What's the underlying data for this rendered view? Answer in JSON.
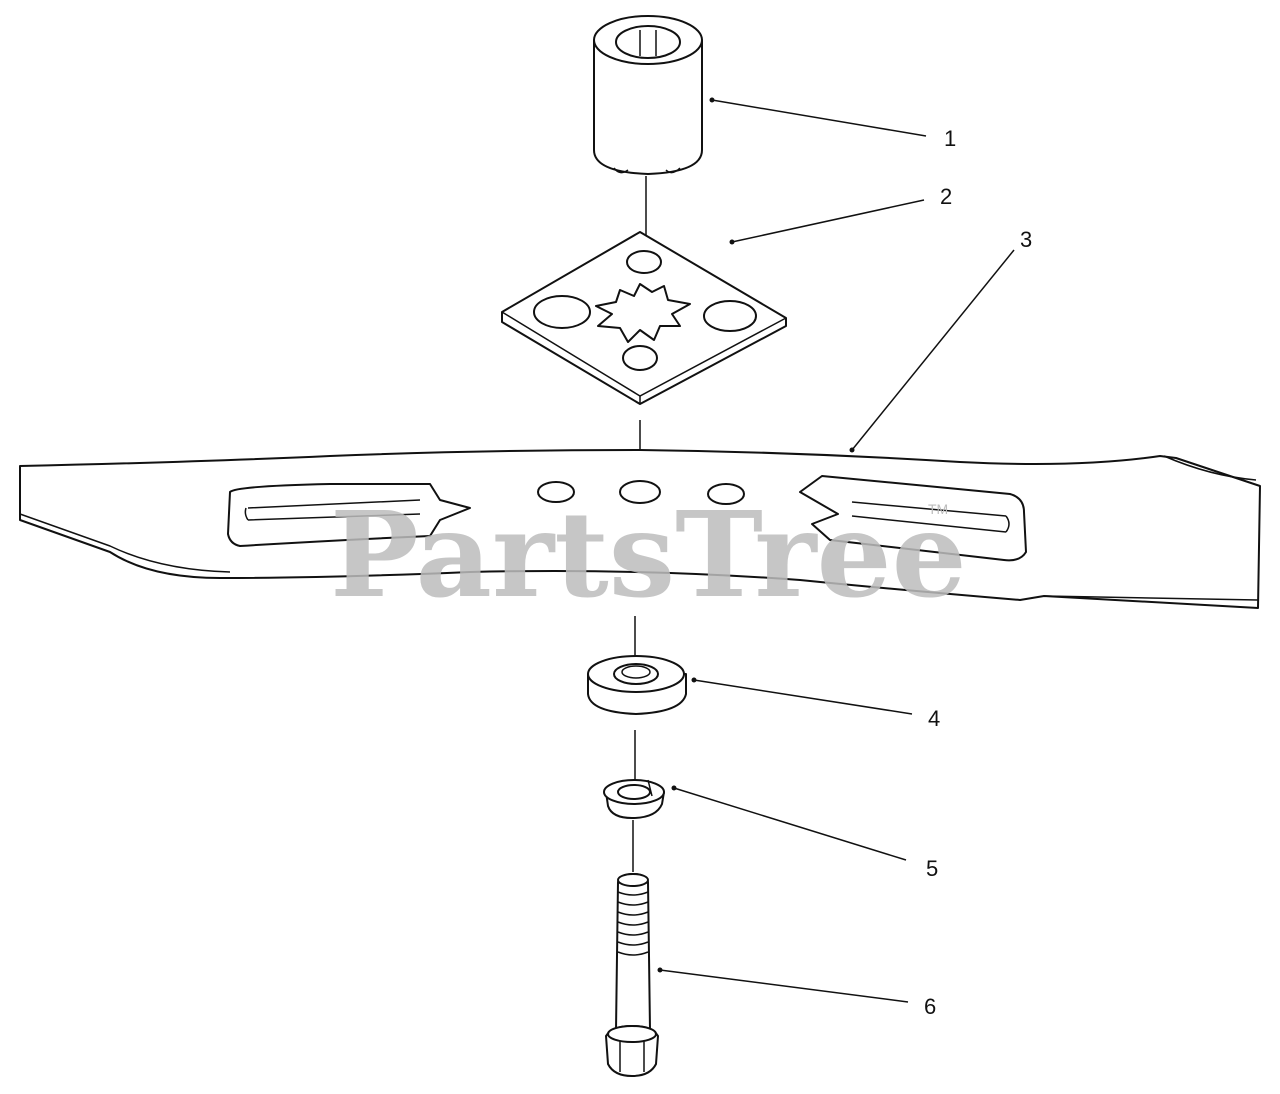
{
  "callouts": [
    {
      "id": "1"
    },
    {
      "id": "2"
    },
    {
      "id": "3"
    },
    {
      "id": "4"
    },
    {
      "id": "5"
    },
    {
      "id": "6"
    }
  ],
  "watermark": {
    "text": "PartsTree",
    "mark": "TM"
  },
  "colors": {
    "line": "#111111",
    "watermark": "#bdbdbd",
    "background": "#ffffff"
  }
}
